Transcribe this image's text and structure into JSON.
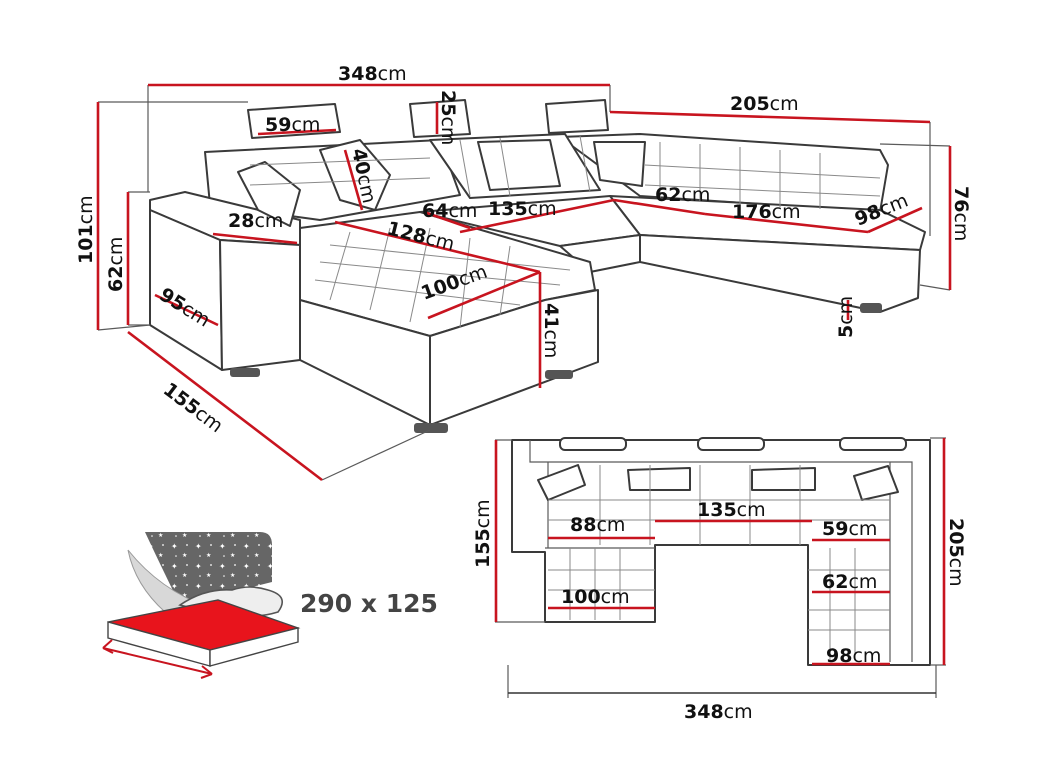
{
  "unit": "cm",
  "colors": {
    "dimension_line": "#c8141f",
    "outline": "#3a3a3a",
    "bed_fill": "#e8141c",
    "bed_panel": "#666666"
  },
  "perspective_view": {
    "dims": {
      "total_width": "348",
      "corner_width": "205",
      "headrest_width": "59",
      "headrest_height": "25",
      "total_height": "101",
      "armrest_height": "62",
      "back_depth": "40",
      "corner_height": "76",
      "armrest_width": "28",
      "seat_a": "64",
      "seat_b": "135",
      "seat_c": "62",
      "chaise_length": "128",
      "seat_d": "176",
      "seat_e": "98",
      "chaise_width": "100",
      "seat_height": "41",
      "leg_height": "5",
      "arm_depth": "95",
      "total_depth": "155"
    }
  },
  "top_view": {
    "dims": {
      "middle_seat": "135",
      "left_seat": "88",
      "right_seat": "59",
      "chaise_left": "100",
      "chaise_right_mid": "62",
      "chaise_right": "98",
      "depth_left": "155",
      "depth_right": "205",
      "total_width": "348"
    }
  },
  "bed_function": {
    "size_label": "290 x 125"
  }
}
